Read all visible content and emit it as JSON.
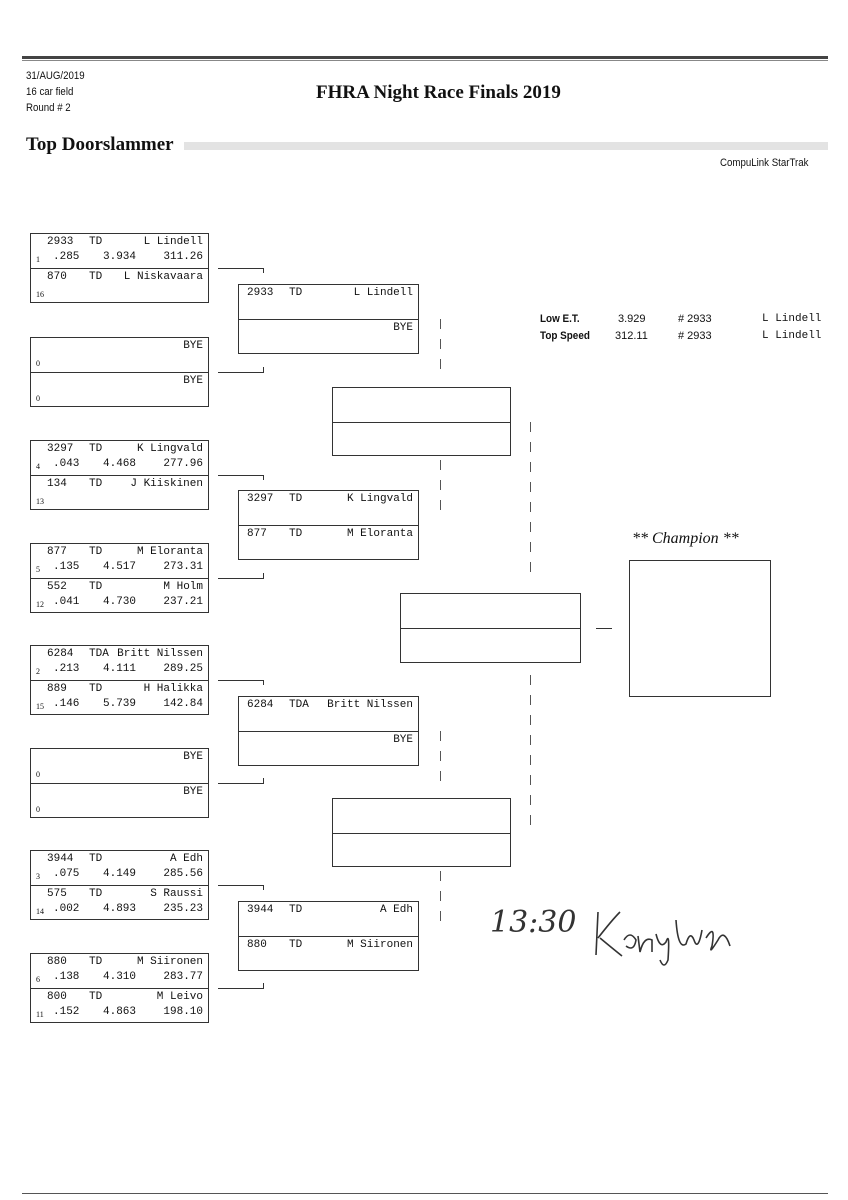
{
  "header": {
    "date": "31/AUG/2019",
    "field": "16 car field",
    "round": "Round # 2",
    "title": "FHRA Night Race Finals 2019",
    "class_name": "Top Doorslammer",
    "software": "CompuLink StarTrak"
  },
  "stats": {
    "low_et": {
      "label": "Low  E.T.",
      "value": "3.929",
      "car": "# 2933",
      "driver": "L Lindell"
    },
    "top_speed": {
      "label": "Top Speed",
      "value": "312.11",
      "car": "# 2933",
      "driver": "L Lindell"
    }
  },
  "round1": [
    [
      {
        "car": "2933",
        "cls": "TD",
        "name": "L Lindell",
        "seed": "1",
        "rt": ".285",
        "et": "3.934",
        "mph": "311.26"
      },
      {
        "car": "870",
        "cls": "TD",
        "name": "L Niskavaara",
        "seed": "16",
        "rt": "",
        "et": "",
        "mph": ""
      }
    ],
    [
      {
        "car": "",
        "cls": "",
        "name": "BYE",
        "seed": "0",
        "rt": "",
        "et": "",
        "mph": ""
      },
      {
        "car": "",
        "cls": "",
        "name": "BYE",
        "seed": "0",
        "rt": "",
        "et": "",
        "mph": ""
      }
    ],
    [
      {
        "car": "3297",
        "cls": "TD",
        "name": "K Lingvald",
        "seed": "4",
        "rt": ".043",
        "et": "4.468",
        "mph": "277.96"
      },
      {
        "car": "134",
        "cls": "TD",
        "name": "J Kiiskinen",
        "seed": "13",
        "rt": "",
        "et": "",
        "mph": ""
      }
    ],
    [
      {
        "car": "877",
        "cls": "TD",
        "name": "M Eloranta",
        "seed": "5",
        "rt": ".135",
        "et": "4.517",
        "mph": "273.31"
      },
      {
        "car": "552",
        "cls": "TD",
        "name": "M Holm",
        "seed": "12",
        "rt": ".041",
        "et": "4.730",
        "mph": "237.21"
      }
    ],
    [
      {
        "car": "6284",
        "cls": "TDA",
        "name": "Britt Nilssen",
        "seed": "2",
        "rt": ".213",
        "et": "4.111",
        "mph": "289.25"
      },
      {
        "car": "889",
        "cls": "TD",
        "name": "H Halikka",
        "seed": "15",
        "rt": ".146",
        "et": "5.739",
        "mph": "142.84"
      }
    ],
    [
      {
        "car": "",
        "cls": "",
        "name": "BYE",
        "seed": "0",
        "rt": "",
        "et": "",
        "mph": ""
      },
      {
        "car": "",
        "cls": "",
        "name": "BYE",
        "seed": "0",
        "rt": "",
        "et": "",
        "mph": ""
      }
    ],
    [
      {
        "car": "3944",
        "cls": "TD",
        "name": "A Edh",
        "seed": "3",
        "rt": ".075",
        "et": "4.149",
        "mph": "285.56"
      },
      {
        "car": "575",
        "cls": "TD",
        "name": "S Raussi",
        "seed": "14",
        "rt": ".002",
        "et": "4.893",
        "mph": "235.23"
      }
    ],
    [
      {
        "car": "880",
        "cls": "TD",
        "name": "M Siironen",
        "seed": "6",
        "rt": ".138",
        "et": "4.310",
        "mph": "283.77"
      },
      {
        "car": "800",
        "cls": "TD",
        "name": "M Leivo",
        "seed": "11",
        "rt": ".152",
        "et": "4.863",
        "mph": "198.10"
      }
    ]
  ],
  "round2": [
    [
      {
        "car": "2933",
        "cls": "TD",
        "name": "L Lindell"
      },
      {
        "car": "",
        "cls": "",
        "name": "BYE"
      }
    ],
    [
      {
        "car": "3297",
        "cls": "TD",
        "name": "K Lingvald"
      },
      {
        "car": "877",
        "cls": "TD",
        "name": "M Eloranta"
      }
    ],
    [
      {
        "car": "6284",
        "cls": "TDA",
        "name": "Britt Nilssen"
      },
      {
        "car": "",
        "cls": "",
        "name": "BYE"
      }
    ],
    [
      {
        "car": "3944",
        "cls": "TD",
        "name": "A Edh"
      },
      {
        "car": "880",
        "cls": "TD",
        "name": "M Siironen"
      }
    ]
  ],
  "champion_label": "** Champion **",
  "handwritten": {
    "time": "13:30",
    "signature": "Kenny Wik"
  }
}
